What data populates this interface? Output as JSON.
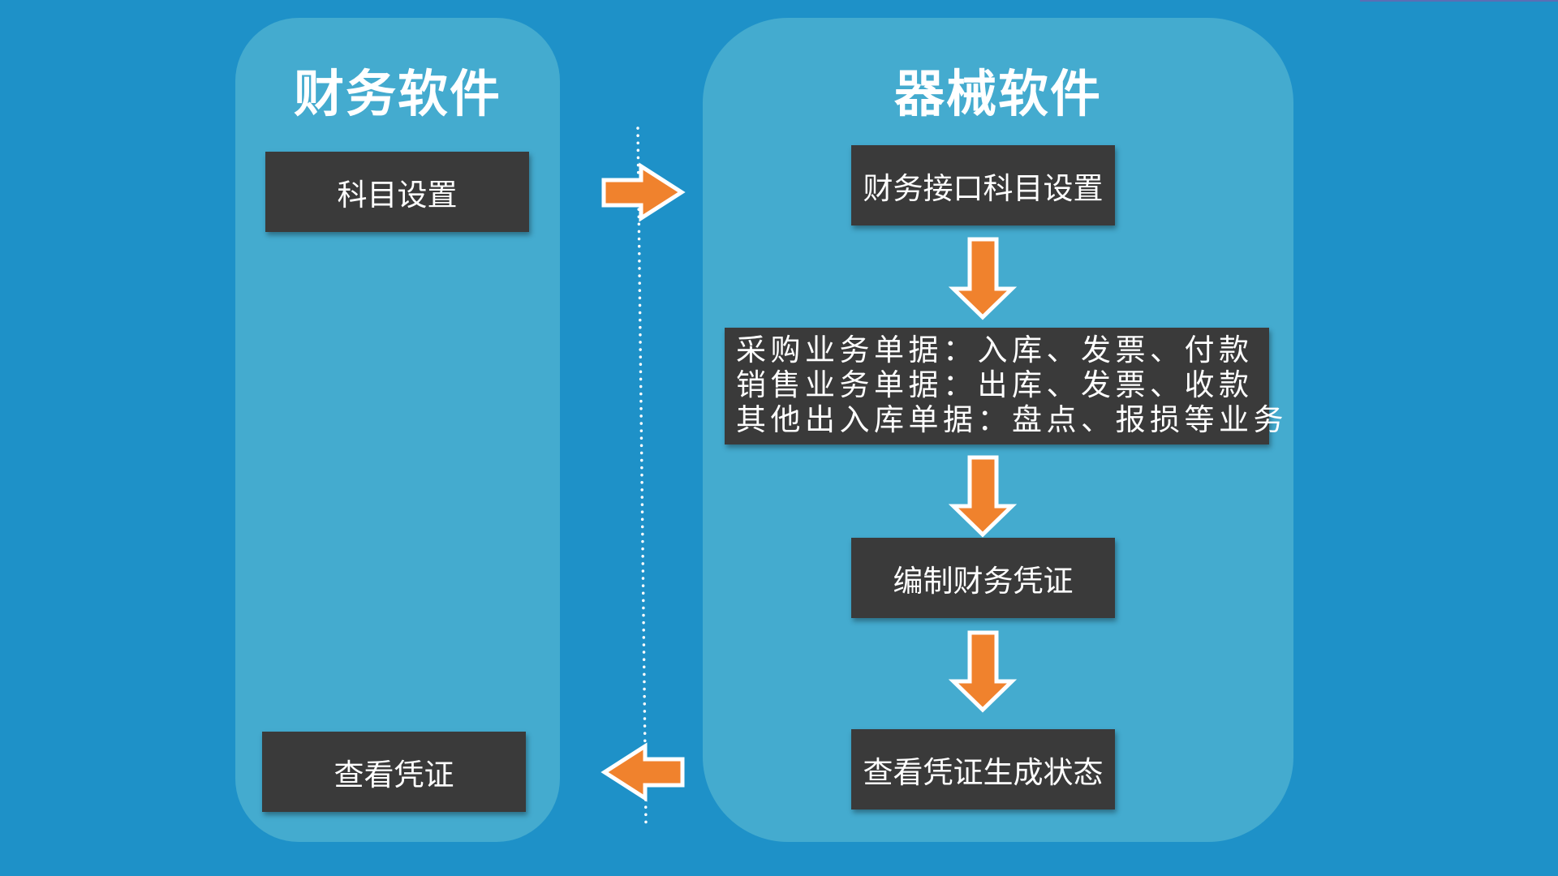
{
  "left_panel": {
    "title": "财务软件",
    "boxes": {
      "account_setup": "科目设置",
      "view_voucher": "查看凭证"
    }
  },
  "right_panel": {
    "title": "器械软件",
    "boxes": {
      "interface_account_setup": "财务接口科目设置",
      "business_documents": [
        "采购业务单据：入库、发票、付款",
        "销售业务单据：出库、发票、收款",
        "其他出入库单据：盘点、报损等业务"
      ],
      "compile_voucher": "编制财务凭证",
      "voucher_status": "查看凭证生成状态"
    }
  },
  "colors": {
    "background": "#1e91c8",
    "panel": "#44abcf",
    "box": "#3a3a3a",
    "arrow_fill": "#f0822d",
    "arrow_stroke": "#ffffff",
    "text": "#ffffff"
  }
}
